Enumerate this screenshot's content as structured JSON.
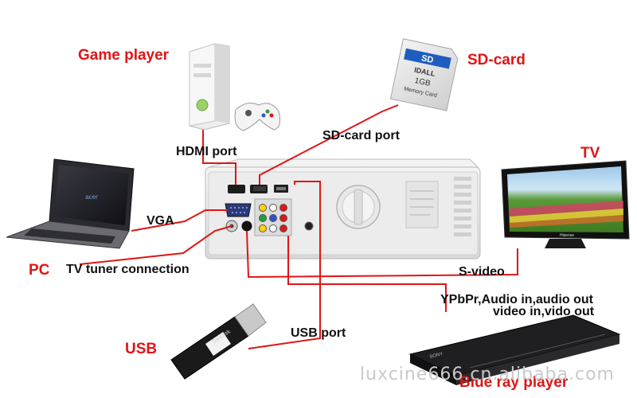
{
  "labels": {
    "game_player": "Game player",
    "sd_card": "SD-card",
    "sd_card_port": "SD-card port",
    "hdmi_port": "HDMI port",
    "tv": "TV",
    "vga": "VGA",
    "pc": "PC",
    "tv_tuner": "TV tuner connection",
    "s_video": "S-video",
    "ypbpr_line1": "YPbPr,Audio in,audio out",
    "ypbpr_line2": "video in,vido out",
    "usb_port": "USB port",
    "usb": "USB",
    "blue_ray": "Blue ray player"
  },
  "device_marks": {
    "sd_brand": "SD",
    "sd_maker": "IDALL",
    "sd_capacity": "1GB",
    "sd_type": "Memory Card",
    "laptop_brand": "acer",
    "usb_brand": "SanDisk",
    "player_brand": "SONY",
    "tv_brand": "Hisense"
  },
  "watermark": "luxcine666.cn.alibaba.com",
  "colors": {
    "device_label": "#e01515",
    "port_label": "#111111",
    "cable": "#e01515",
    "watermark": "#c9c9c9"
  }
}
